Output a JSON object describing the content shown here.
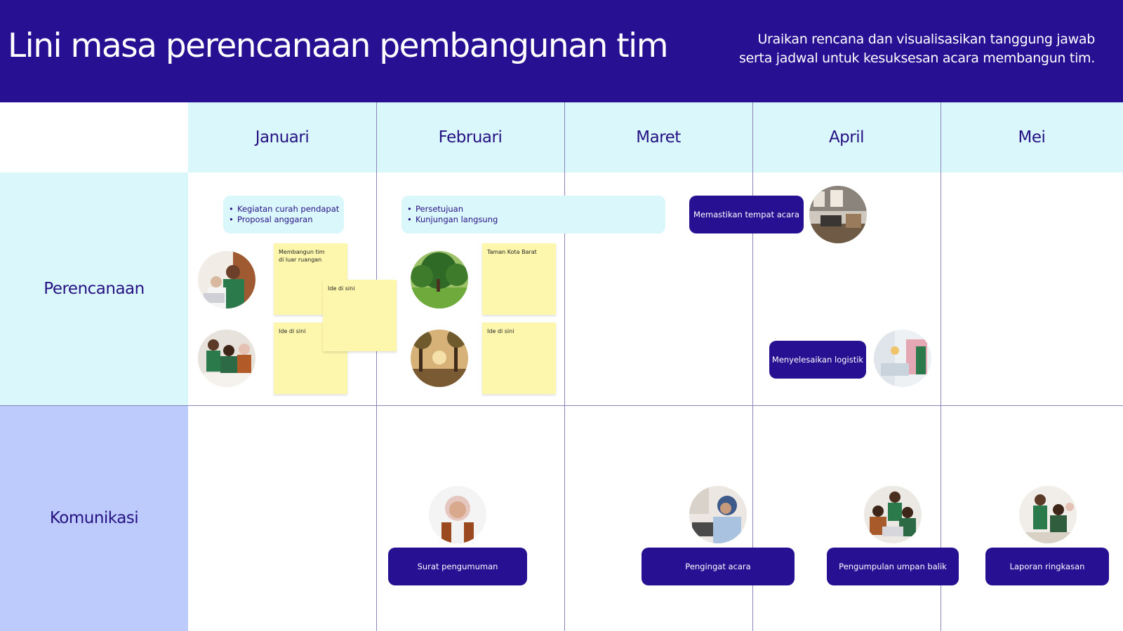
{
  "header": {
    "title": "Lini masa perencanaan pembangunan tim",
    "subtitle_line1": "Uraikan rencana dan visualisasikan tanggung jawab",
    "subtitle_line2": "serta jadwal untuk kesuksesan acara membangun tim."
  },
  "months": [
    "Januari",
    "Februari",
    "Maret",
    "April",
    "Mei"
  ],
  "rows": {
    "planning": "Perencanaan",
    "communication": "Komunikasi"
  },
  "planning": {
    "jan_bullets": [
      "Kegiatan curah pendapat",
      "Proposal anggaran"
    ],
    "feb_bullets": [
      "Persetujuan",
      "Kunjungan langsung"
    ],
    "venue_pill": "Memastikan tempat acara",
    "logistics_pill": "Menyelesaikan logistik",
    "sticky_outdoor_line1": "Membangun tim",
    "sticky_outdoor_line2": "di luar ruangan",
    "sticky_idea_a": "Ide di sini",
    "sticky_idea_b": "Ide di sini",
    "sticky_park": "Taman Kota Barat",
    "sticky_idea_c": "Ide di sini"
  },
  "communication": {
    "announcement": "Surat pengumuman",
    "reminder": "Pengingat acara",
    "feedback": "Pengumpulan umpan balik",
    "summary": "Laporan ringkasan"
  },
  "colors": {
    "primary": "#281093",
    "light_cyan": "#daf7fc",
    "periwinkle": "#bccbfb",
    "sticky_yellow": "#fdf6ad",
    "gridline": "#8c86b8"
  },
  "icons": {
    "photo_women_laptop": "photo-women-laptop",
    "photo_team_meeting": "photo-team-meeting",
    "photo_park_trees": "photo-park-trees",
    "photo_park_sunset": "photo-park-sunset",
    "photo_venue_interior": "photo-venue-interior",
    "photo_laptop_logistics": "photo-laptop-logistics",
    "photo_woman_hijab": "photo-woman-hijab",
    "photo_woman_desk": "photo-woman-desk",
    "photo_team_group": "photo-team-group",
    "photo_team_report": "photo-team-report"
  }
}
